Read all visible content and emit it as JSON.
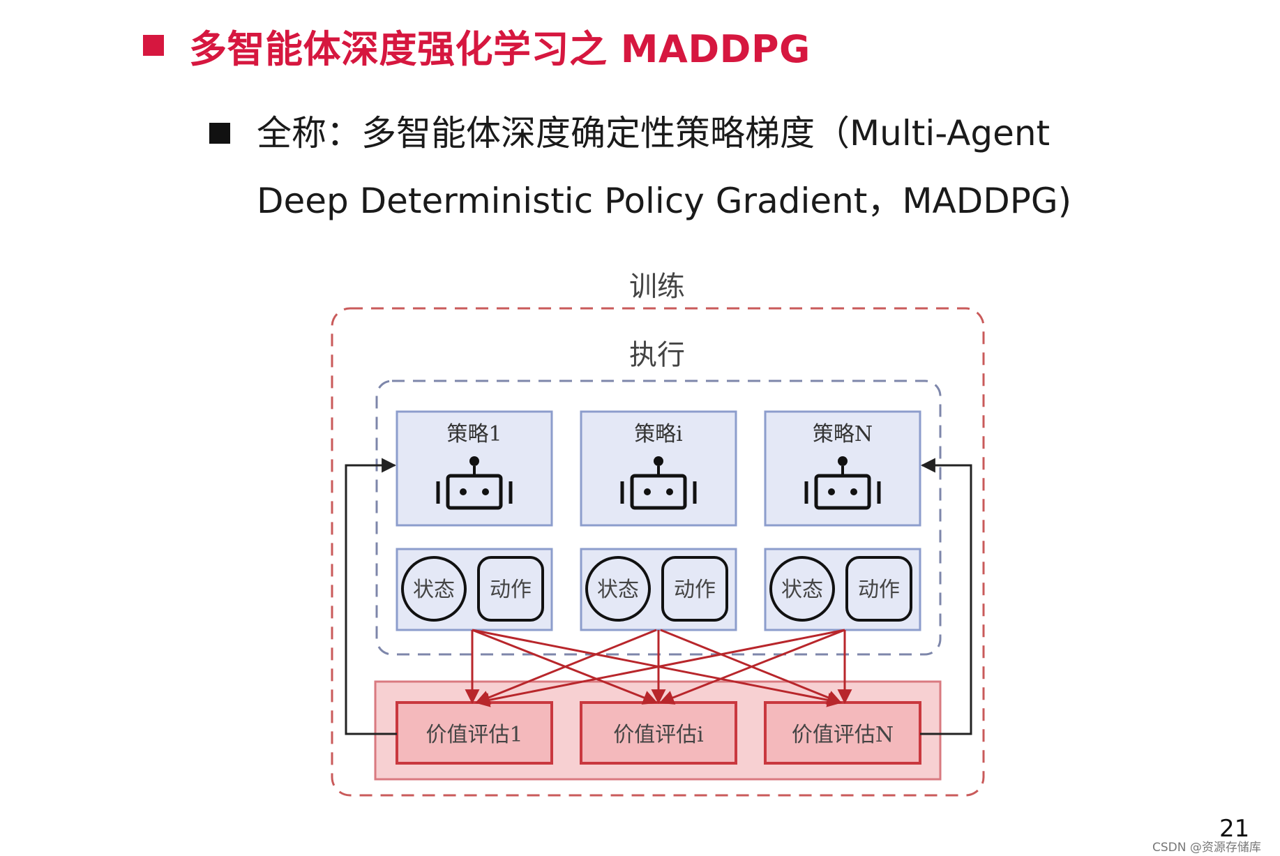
{
  "slide": {
    "title": "多智能体深度强化学习之 MADDPG",
    "bullet_line1": "全称：多智能体深度确定性策略梯度（Multi-Agent",
    "bullet_line2": "Deep Deterministic Policy Gradient，MADDPG)",
    "page_number": "21",
    "watermark": "CSDN @资源存储库"
  },
  "diagram": {
    "train_label": "训练",
    "exec_label": "执行",
    "policies": [
      {
        "label": "策略1"
      },
      {
        "label": "策略i"
      },
      {
        "label": "策略N"
      }
    ],
    "state_label": "状态",
    "action_label": "动作",
    "critics": [
      {
        "label": "价值评估1"
      },
      {
        "label": "价值评估i"
      },
      {
        "label": "价值评估N"
      }
    ],
    "colors": {
      "title_red": "#d6173f",
      "train_border": "#c95a5a",
      "exec_border": "#7d86aa",
      "policy_fill": "#e4e8f6",
      "policy_border": "#8c9dcc",
      "critic_fill": "#f6c4c6",
      "critic_border": "#c9383f",
      "arrow_red": "#b8262b"
    }
  }
}
